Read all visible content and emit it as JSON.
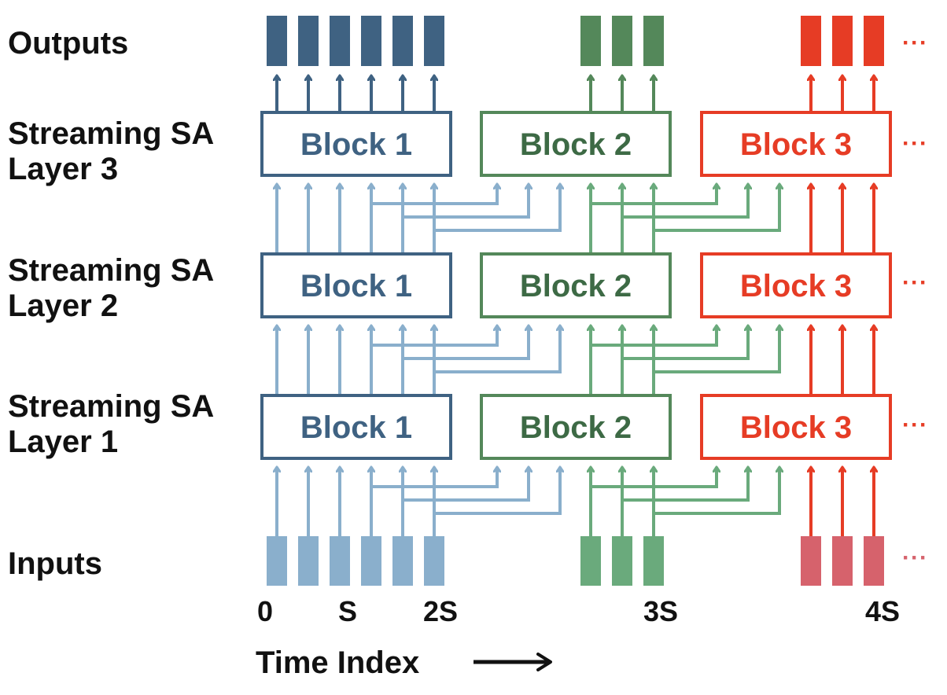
{
  "rows": {
    "outputs": "Outputs",
    "layers": [
      {
        "line1": "Streaming SA",
        "line2": "Layer 3"
      },
      {
        "line1": "Streaming SA",
        "line2": "Layer 2"
      },
      {
        "line1": "Streaming SA",
        "line2": "Layer 1"
      }
    ],
    "inputs": "Inputs"
  },
  "blocks": [
    "Block 1",
    "Block 2",
    "Block 3"
  ],
  "continuation": "···",
  "time_axis": {
    "label": "Time Index",
    "ticks": [
      "0",
      "S",
      "2S",
      "3S",
      "4S"
    ]
  },
  "colors": {
    "block1": "#3f6282",
    "block1_light": "#8aafcc",
    "block2": "#54885a",
    "block2_dark": "#3d6a45",
    "block2_light": "#6aaa7c",
    "block3": "#e63c25",
    "block3_light": "#d6626c",
    "text": "#111111"
  }
}
